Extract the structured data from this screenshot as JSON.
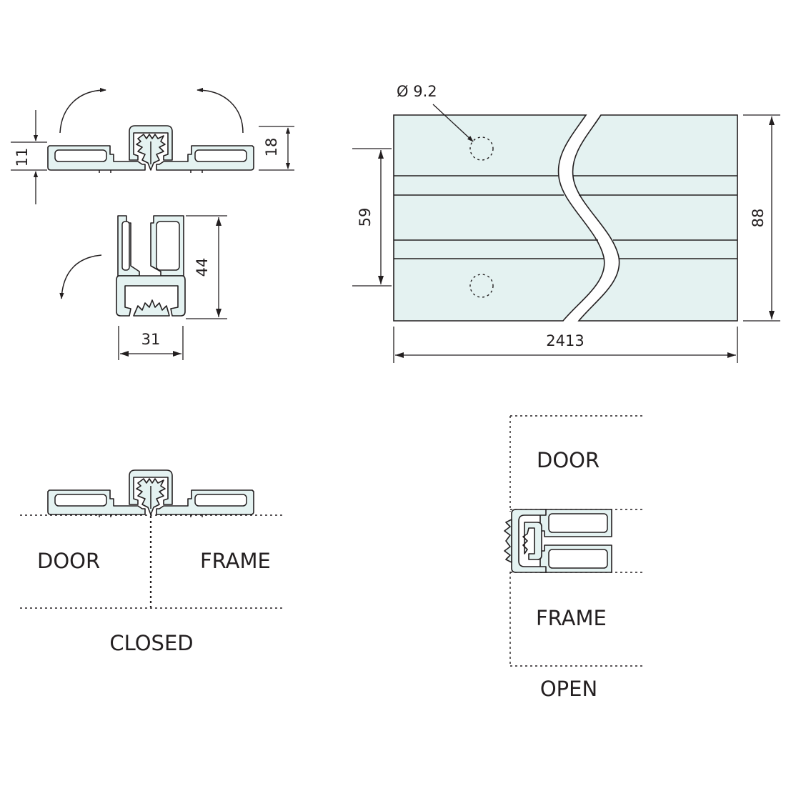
{
  "dimensions": {
    "thickness": "11",
    "height": "18",
    "depth": "44",
    "width": "31",
    "hole_diameter": "Ø 9.2",
    "hole_spacing": "59",
    "panel_height": "88",
    "length": "2413"
  },
  "labels": {
    "closed_door": "DOOR",
    "closed_frame": "FRAME",
    "closed_caption": "CLOSED",
    "open_door": "DOOR",
    "open_frame": "FRAME",
    "open_caption": "OPEN"
  },
  "colors": {
    "profile_fill": "#e4f2f1",
    "line": "#231f20"
  }
}
